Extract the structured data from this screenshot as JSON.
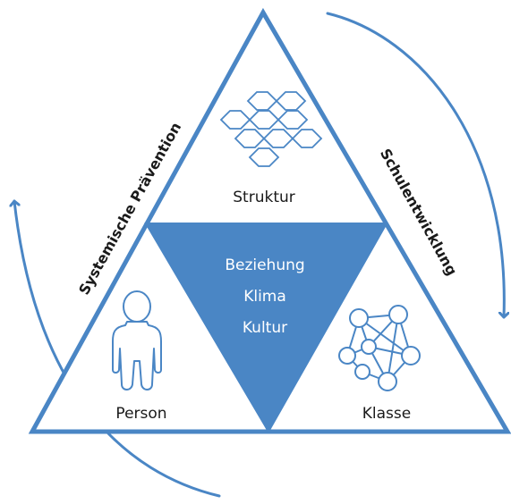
{
  "colors": {
    "accent": "#4a86c5",
    "center_fill": "#4a86c5",
    "text_dark": "#1a1a1a",
    "text_light": "#ffffff"
  },
  "corners": {
    "top": "Struktur",
    "bottom_left": "Person",
    "bottom_right": "Klasse"
  },
  "center": {
    "line1": "Beziehung",
    "line2": "Klima",
    "line3": "Kultur"
  },
  "sides": {
    "left": "Systemische Prävention",
    "right": "Schulentwicklung"
  },
  "icons": {
    "top": "hexagon-cluster-icon",
    "bottom_left": "person-icon",
    "bottom_right": "network-icon"
  }
}
